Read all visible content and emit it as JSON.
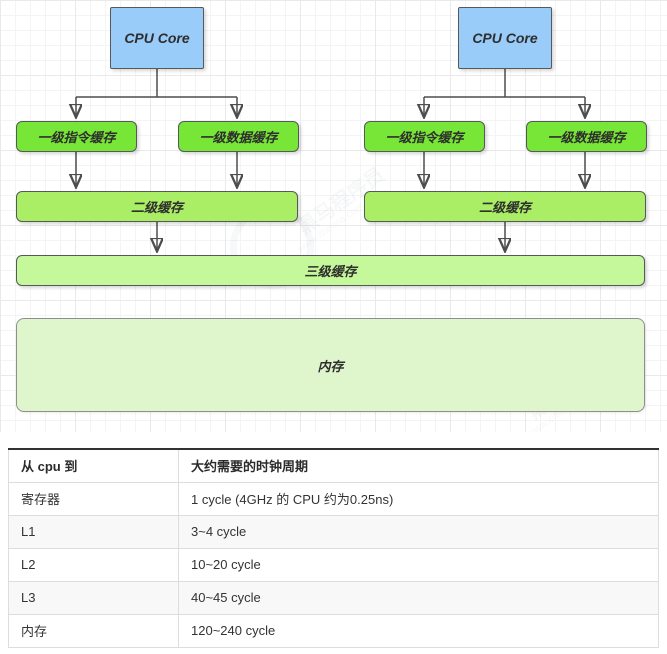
{
  "diagram": {
    "groups": [
      {
        "cpu_label": "CPU Core",
        "l1_instruction": "一级指令缓存",
        "l1_data": "一级数据缓存",
        "l2": "二级缓存"
      },
      {
        "cpu_label": "CPU Core",
        "l1_instruction": "一级指令缓存",
        "l1_data": "一级数据缓存",
        "l2": "二级缓存"
      }
    ],
    "l3_label": "三级缓存",
    "memory_label": "内存",
    "colors": {
      "cpu_fill": "#99ccf9",
      "l1_fill": "#77e636",
      "l2_fill": "#aaee66",
      "l3_fill": "#c5f89b",
      "memory_fill": "#dff6cd",
      "connector": "#4d4d4d"
    }
  },
  "table": {
    "headers": [
      "从 cpu 到",
      "大约需要的时钟周期"
    ],
    "rows": [
      [
        "寄存器",
        "1 cycle (4GHz 的 CPU 约为0.25ns)"
      ],
      [
        "L1",
        "3~4 cycle"
      ],
      [
        "L2",
        "10~20 cycle"
      ],
      [
        "L3",
        "40~45 cycle"
      ],
      [
        "内存",
        "120~240 cycle"
      ]
    ]
  },
  "watermark": {
    "title": "黑马程序员",
    "url": "www.itheima.com"
  }
}
